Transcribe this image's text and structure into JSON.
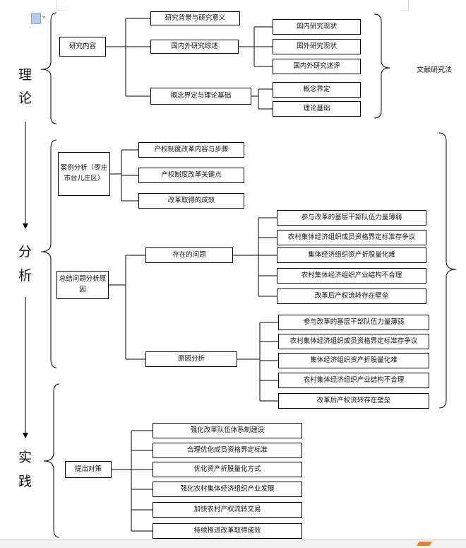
{
  "stages": [
    "理",
    "论",
    "分",
    "析",
    "实",
    "践"
  ],
  "theory": {
    "root": "研究内容",
    "level1": [
      "研究背景与研究意义",
      "国内外研究综述",
      "概念界定与理论基础"
    ],
    "review_children": [
      "国内研究现状",
      "国外研究现状",
      "国内外研究述评"
    ],
    "concept_children": [
      "概念界定",
      "理论基础"
    ],
    "method": "文献研究法"
  },
  "analysis": {
    "case_root": "案例分析（枣庄市台儿庄区）",
    "case_children": [
      "产权制度改革内容与步骤",
      "产权制度改革关键点",
      "改革取得的成效"
    ],
    "summary_root": "总结问题分析原因",
    "problems_label": "存在的问题",
    "problems": [
      "参与改革的基层干部队伍力量薄弱",
      "农村集体经济组织成员资格界定标准存争议",
      "集体经济组织资产折股量化难",
      "农村集体经济组织产业结构不合理",
      "改革后产权流转存在壁垒"
    ],
    "causes_label": "原因分析",
    "causes": [
      "参与改革的基层干部队伍力量薄弱",
      "农村集体经济组织成员资格界定标准存争议",
      "集体经济组织资产折股量化难",
      "农村集体经济组织产业结构不合理",
      "改革后产权流转存在壁垒"
    ]
  },
  "practice": {
    "root": "提出对策",
    "items": [
      "强化改革队伍体系制建设",
      "合理优化成员资格界定标准",
      "优化资产折股量化方式",
      "强化农村集体经济组织产业发展",
      "加快农村产权流转交易",
      "持续推进改革取得成效"
    ]
  }
}
